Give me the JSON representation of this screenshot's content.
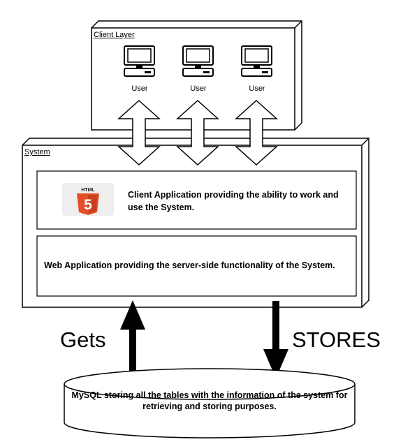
{
  "client_layer": {
    "title": "Client Layer",
    "users": [
      "User",
      "User",
      "User"
    ]
  },
  "system": {
    "title": "System",
    "client_app_text": "Client Application providing the ability to work and use the System.",
    "html5_badge_text": "HTML",
    "html5_badge_number": "5",
    "web_app_text": "Web Application providing the server-side functionality of the System."
  },
  "flows": {
    "gets_label": "Gets",
    "stores_label": "STORES"
  },
  "database": {
    "text": "MySQL storing all the tables with the information of the system for retrieving and storing purposes."
  },
  "icons": [
    "computer-icon",
    "html5-icon"
  ],
  "colors": {
    "html5_orange": "#e34f26",
    "html5_dark_orange": "#c9401c",
    "badge_background": "#eeeeee"
  }
}
